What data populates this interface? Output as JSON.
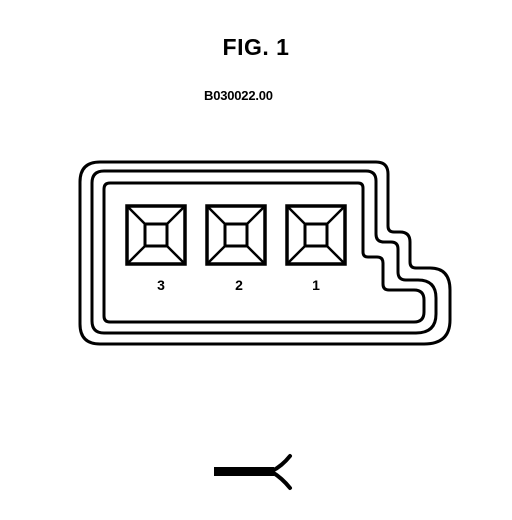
{
  "figure": {
    "title": "FIG. 1",
    "code": "B030022.00"
  },
  "connector": {
    "pins": [
      {
        "label": "3"
      },
      {
        "label": "2"
      },
      {
        "label": "1"
      }
    ]
  },
  "symbol": {
    "icon": "wire-harness-icon"
  }
}
